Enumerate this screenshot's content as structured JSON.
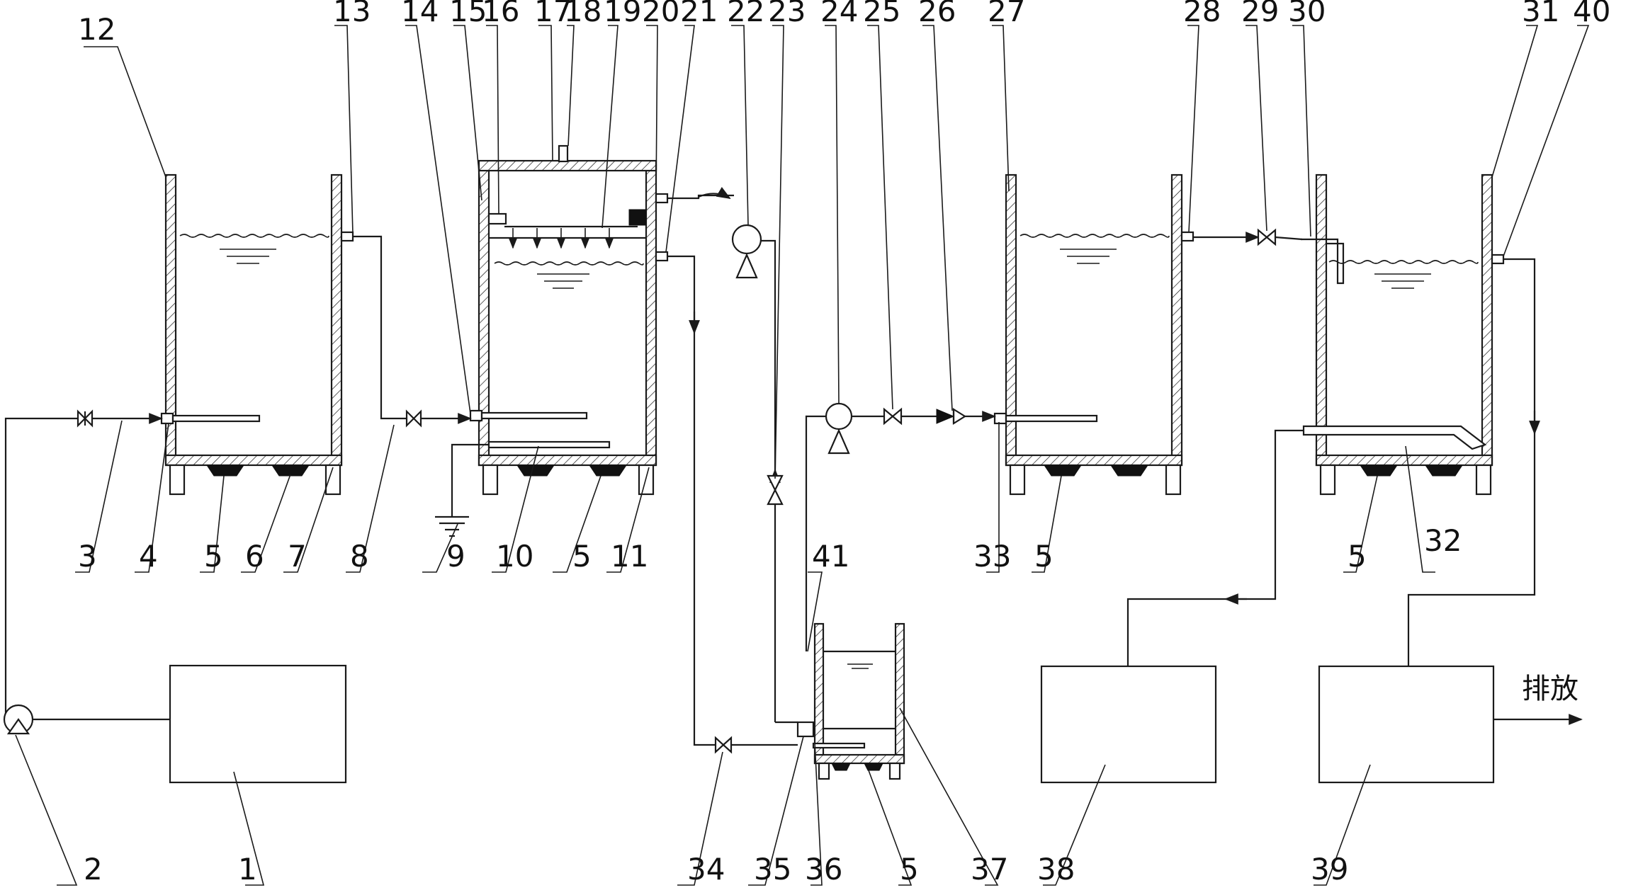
{
  "labels": {
    "n1": "1",
    "n2": "2",
    "n3": "3",
    "n4": "4",
    "n5": "5",
    "n6": "6",
    "n7": "7",
    "n8": "8",
    "n9": "9",
    "n10": "10",
    "n11": "11",
    "n12": "12",
    "n13": "13",
    "n14": "14",
    "n15": "15",
    "n16": "16",
    "n17": "17",
    "n18": "18",
    "n19": "19",
    "n20": "20",
    "n21": "21",
    "n22": "22",
    "n23": "23",
    "n24": "24",
    "n25": "25",
    "n26": "26",
    "n27": "27",
    "n28": "28",
    "n29": "29",
    "n30": "30",
    "n31": "31",
    "n32": "32",
    "n33": "33",
    "n34": "34",
    "n35": "35",
    "n36": "36",
    "n37": "37",
    "n38": "38",
    "n39": "39",
    "n40": "40",
    "n41": "41"
  },
  "discharge_label": "排放",
  "colors": {
    "line": "#1a1a1a",
    "background": "#ffffff"
  },
  "icons": [
    "pump-icon",
    "gate-valve-icon",
    "check-valve-icon",
    "ultrasonic-transducer-icon",
    "ground-symbol-icon",
    "water-level-icon"
  ]
}
